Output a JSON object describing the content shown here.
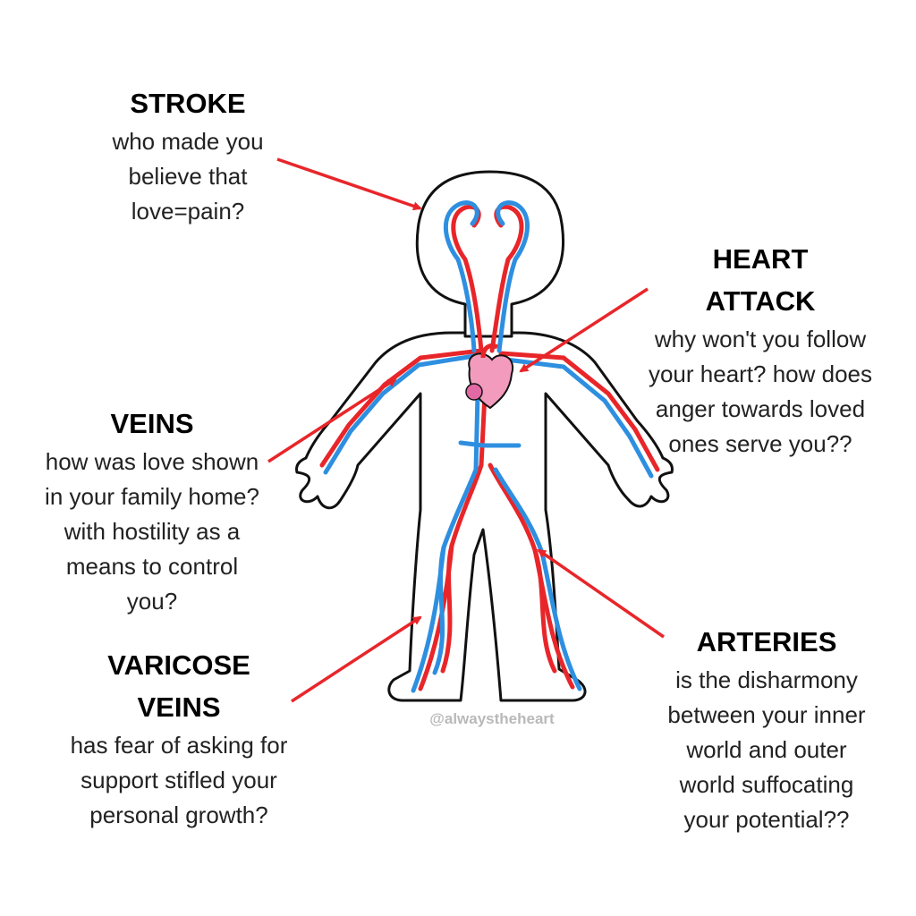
{
  "labels": {
    "stroke": {
      "title": "STROKE",
      "lines": [
        "who made you",
        "believe that",
        "love=pain?"
      ]
    },
    "heart_attack": {
      "title_lines": [
        "HEART",
        "ATTACK"
      ],
      "lines": [
        "why won't you follow",
        "your heart? how does",
        "anger towards loved",
        "ones serve you??"
      ]
    },
    "veins": {
      "title": "VEINS",
      "lines": [
        "how was love shown",
        "in your family home?",
        "with hostility as a",
        "means to control",
        "you?"
      ]
    },
    "varicose_veins": {
      "title_lines": [
        "VARICOSE",
        "VEINS"
      ],
      "lines": [
        "has fear of asking for",
        "support stifled your",
        "personal growth?"
      ]
    },
    "arteries": {
      "title": "ARTERIES",
      "lines": [
        "is the disharmony",
        "between your inner",
        "world and outer",
        "world suffocating",
        "your potential??"
      ]
    }
  },
  "watermark": "@alwaystheheart",
  "colors": {
    "arrow": "#e8262a",
    "artery": "#e8262a",
    "vein": "#2e8fe0",
    "heart": "#f29bbd",
    "outline": "#111111"
  }
}
